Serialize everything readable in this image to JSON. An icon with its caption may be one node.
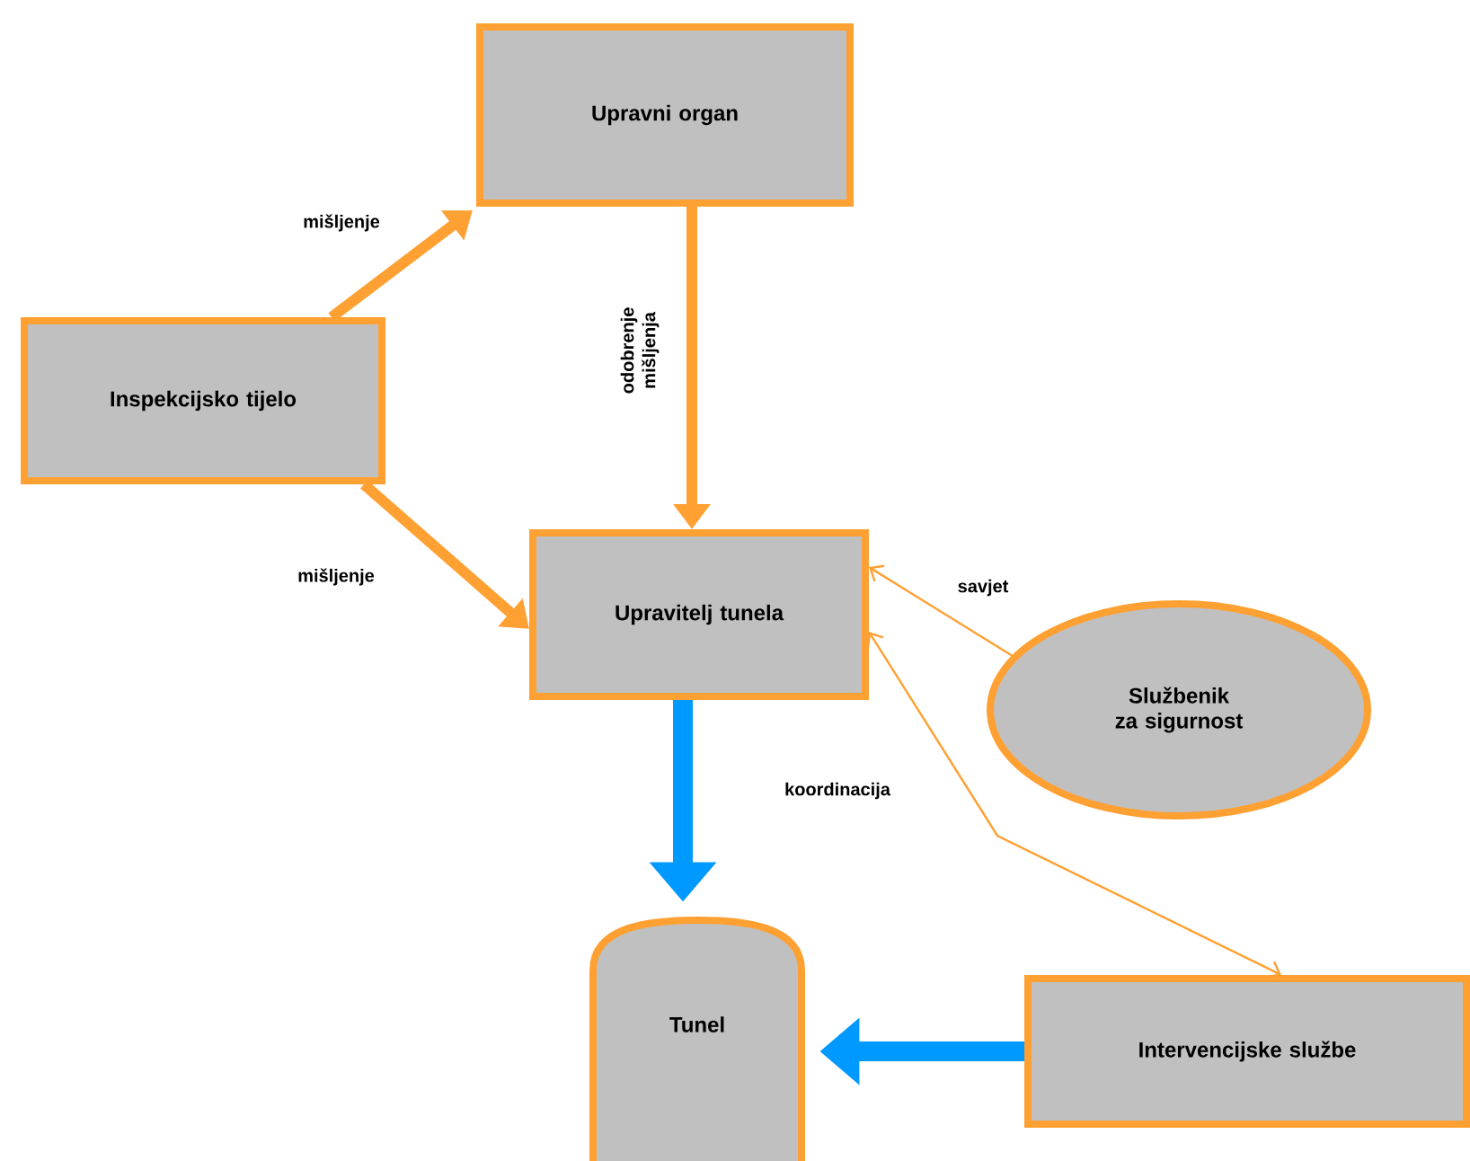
{
  "diagram": {
    "nodes": [
      {
        "text": [
          "Upravni organ"
        ]
      },
      {
        "text": [
          "Inspekcijsko tijelo"
        ]
      },
      {
        "text": [
          "Upravitelj tunela"
        ]
      },
      {
        "text": [
          "Službenik za sigurnost"
        ]
      },
      {
        "text": [
          "Tunel"
        ]
      },
      {
        "text": [
          "Intervencijske službe"
        ]
      }
    ],
    "edges": [
      {
        "from": 1,
        "to": 0,
        "arrow": "to",
        "label": "mišljenje"
      },
      {
        "from": 1,
        "to": 2,
        "arrow": "to",
        "label": "mišljenje"
      },
      {
        "from": 0,
        "to": 2,
        "arrow": "to",
        "label": "odobrenje mišljenja"
      },
      {
        "from": 3,
        "to": 2,
        "arrow": "to",
        "label": "savjet"
      },
      {
        "from": 2,
        "to": 5,
        "arrow": "both",
        "label": "koordinacija"
      },
      {
        "from": 2,
        "to": 4,
        "arrow": "to",
        "style": "thick",
        "color": "#0099ff"
      },
      {
        "from": 5,
        "to": 4,
        "arrow": "to",
        "style": "thick",
        "color": "#0099ff"
      }
    ]
  }
}
